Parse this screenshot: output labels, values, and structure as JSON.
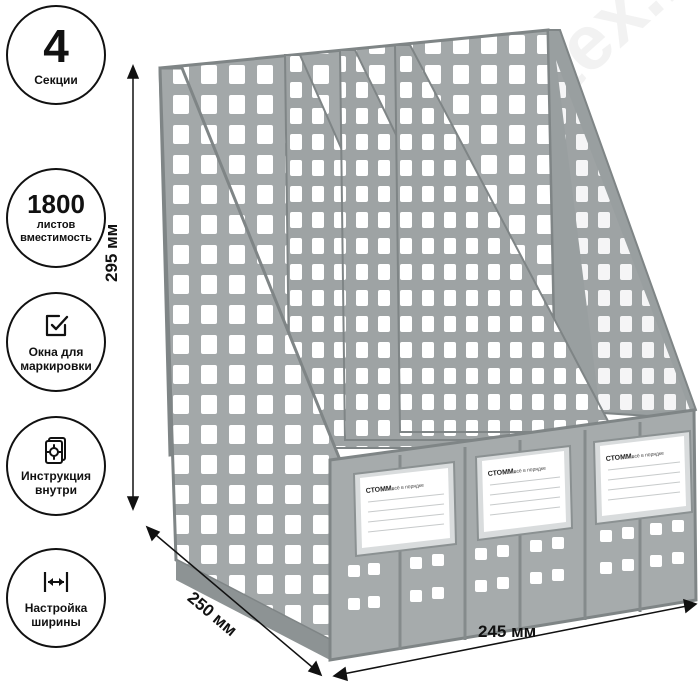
{
  "badges": [
    {
      "value": "4",
      "label": "Секции"
    },
    {
      "value": "1800",
      "label_line1": "листов",
      "label_line2": "вместимость"
    },
    {
      "label_line1": "Окна для",
      "label_line2": "маркировки",
      "icon": "check-window-icon"
    },
    {
      "label_line1": "Инструкция",
      "label_line2": "внутри",
      "icon": "instruction-gear-icon"
    },
    {
      "label_line1": "Настройка",
      "label_line2": "ширины",
      "icon": "width-arrows-icon"
    }
  ],
  "dimensions": {
    "height": "295 мм",
    "depth": "250 мм",
    "width": "245 мм"
  },
  "label_cards": {
    "brand": "СТОММ.",
    "tagline": "всё в порядке"
  },
  "watermark": "www.stomatex.ru",
  "colors": {
    "plastic": "#a6abac",
    "plastic_dark": "#7f8586",
    "label": "#ffffff"
  }
}
